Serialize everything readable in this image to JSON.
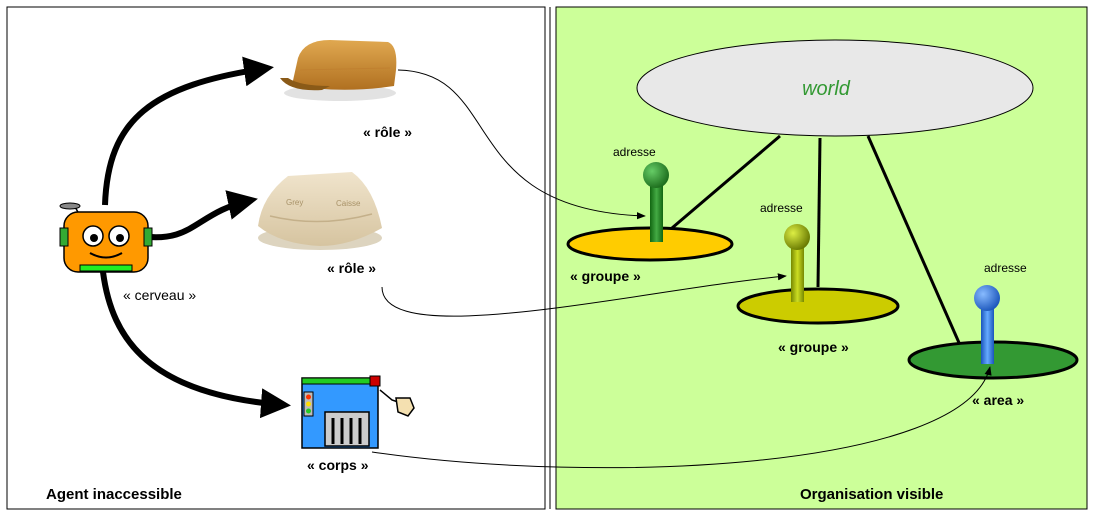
{
  "left_panel": {
    "title": "Agent inaccessible",
    "cerveau_label": "« cerveau »",
    "role_label_1": "« rôle »",
    "role_label_2": "« rôle »",
    "corps_label": "« corps »",
    "hat2_text_1": "Grey",
    "hat2_text_2": "Caisse"
  },
  "right_panel": {
    "title": "Organisation visible",
    "world_label": "world",
    "groupe_label_1": "« groupe »",
    "groupe_label_2": "« groupe »",
    "area_label": "« area »",
    "adresse_1": "adresse",
    "adresse_2": "adresse",
    "adresse_3": "adresse"
  },
  "colors": {
    "right_bg": "#ccff99",
    "world_fill": "#e8e8e8",
    "world_text": "#339933",
    "groupe1_fill": "#ffcc00",
    "groupe2_fill": "#cccc00",
    "area_fill": "#339933",
    "pin1": "#228822",
    "pin2": "#99bb00",
    "pin3": "#3377dd"
  }
}
